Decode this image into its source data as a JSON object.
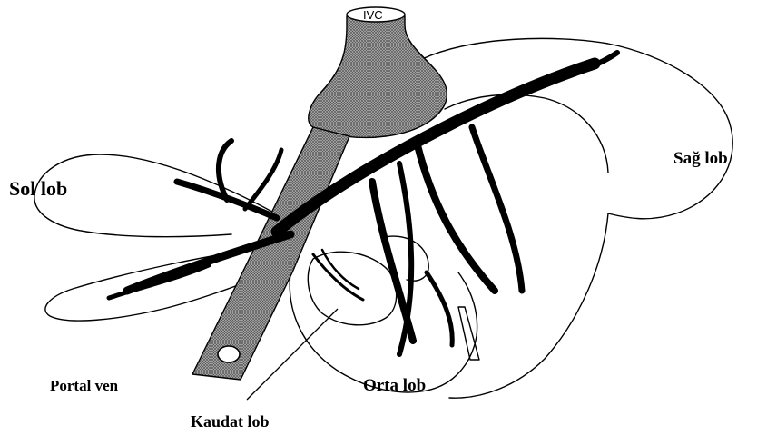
{
  "labels": {
    "ivc": "IVC",
    "left_lobe": "Sol lob",
    "right_lobe": "Sağ lob",
    "portal_vein": "Portal ven",
    "middle_lobe": "Orta lob",
    "caudate_lobe": "Kaudat lob"
  },
  "colors": {
    "ink": "#000000",
    "background": "#ffffff",
    "hatch": "#7a7a7a"
  }
}
